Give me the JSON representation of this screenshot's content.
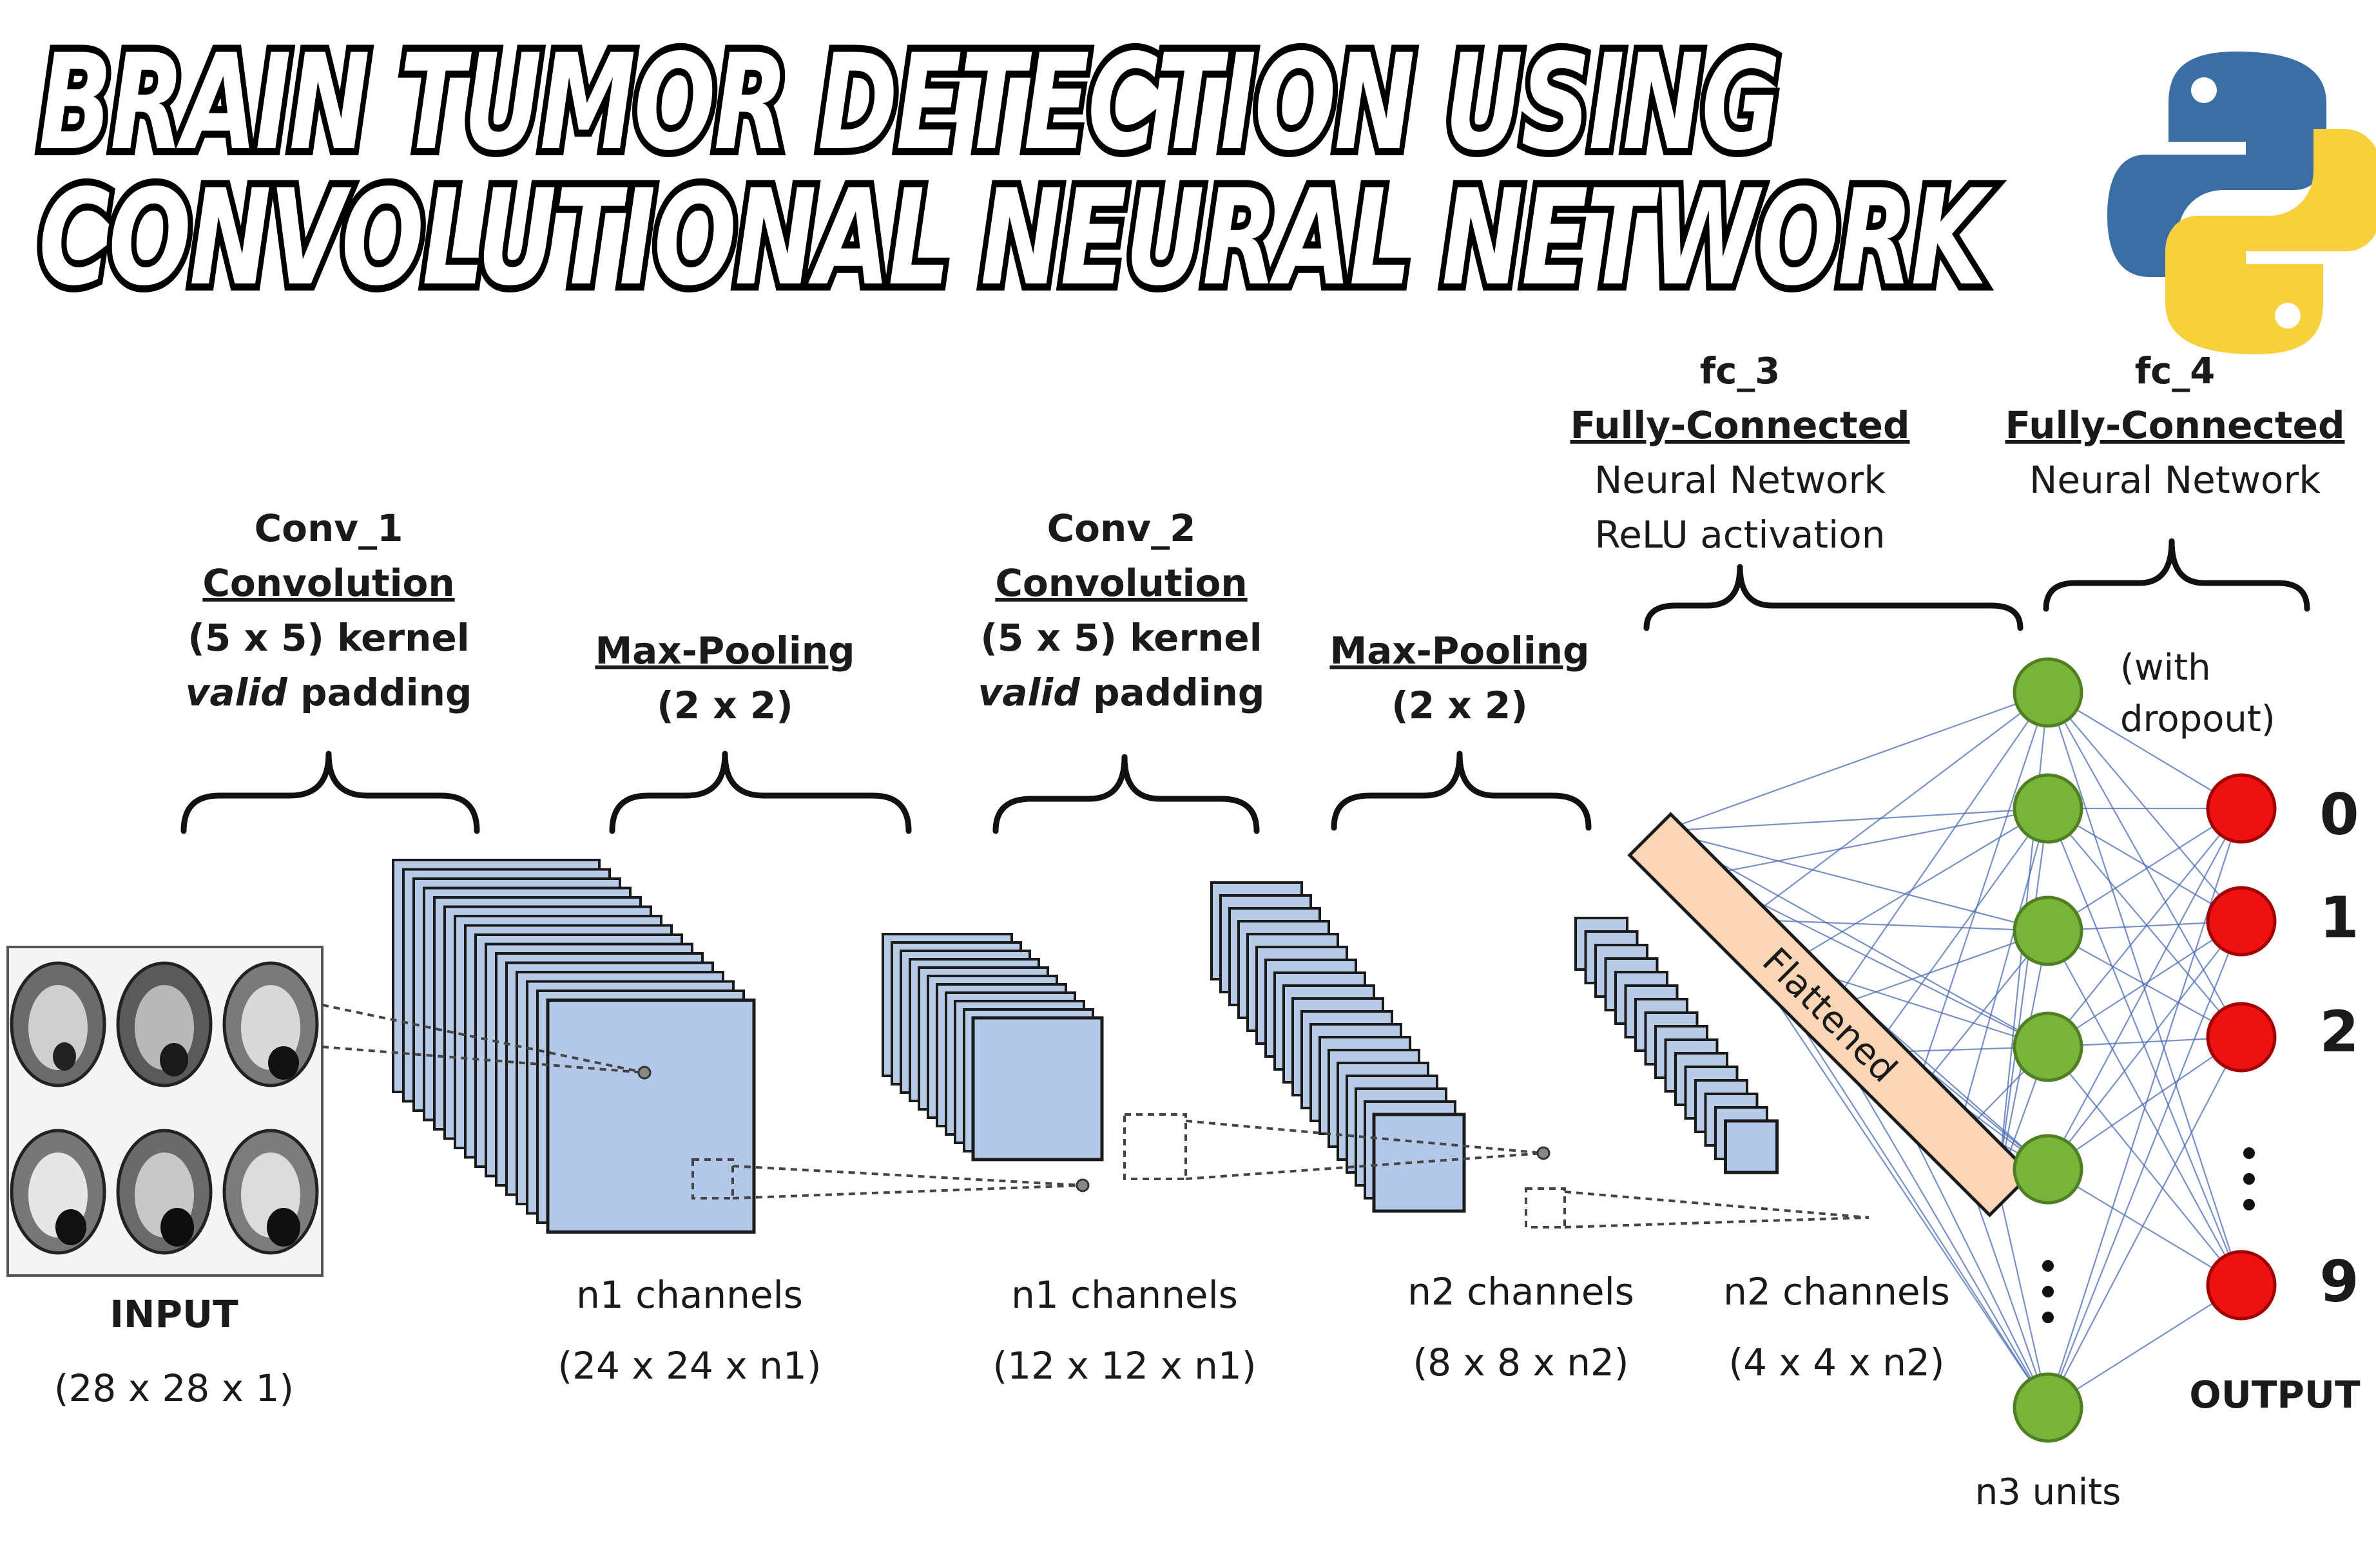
{
  "title": {
    "line1": "BRAIN TUMOR DETECTION USING",
    "line2": "CONVOLUTIONAL NEURAL NETWORK"
  },
  "logo": {
    "icon": "python-logo-icon",
    "colors": {
      "blue": "#3a6ea5",
      "yellow": "#f6d13b"
    }
  },
  "layers": {
    "conv1": {
      "name": "Conv_1",
      "type": "Convolution",
      "kernel": "(5 x 5) kernel",
      "padding_em": "valid",
      "padding_rest": " padding"
    },
    "pool1": {
      "name": "Max-Pooling",
      "size": "(2 x 2)"
    },
    "conv2": {
      "name": "Conv_2",
      "type": "Convolution",
      "kernel": "(5 x 5) kernel",
      "padding_em": "valid",
      "padding_rest": " padding"
    },
    "pool2": {
      "name": "Max-Pooling",
      "size": "(2 x 2)"
    },
    "fc3": {
      "name": "fc_3",
      "type": "Fully-Connected",
      "desc": "Neural Network",
      "activation": "ReLU activation"
    },
    "fc4": {
      "name": "fc_4",
      "type": "Fully-Connected",
      "desc": "Neural Network",
      "note1": "(with",
      "note2": "dropout)"
    }
  },
  "flattened": "Flattened",
  "captions": {
    "input": {
      "label": "INPUT",
      "dims": "(28 x 28 x 1)"
    },
    "map1": {
      "label": "n1 channels",
      "dims": "(24 x 24 x n1)"
    },
    "map2": {
      "label": "n1 channels",
      "dims": "(12 x 12 x n1)"
    },
    "map3": {
      "label": "n2 channels",
      "dims": "(8 x 8 x n2)"
    },
    "map4": {
      "label": "n2 channels",
      "dims": "(4 x 4 x n2)"
    },
    "hidden": "n3 units",
    "output": "OUTPUT"
  },
  "outputs": [
    "0",
    "1",
    "2",
    "9"
  ],
  "colors": {
    "hidden_node": "#79b43a",
    "output_node": "#ee1111",
    "feature_map": "#b3c8e8",
    "flatten_bar": "#fbd6b6",
    "connection": "#4a6bb5"
  }
}
